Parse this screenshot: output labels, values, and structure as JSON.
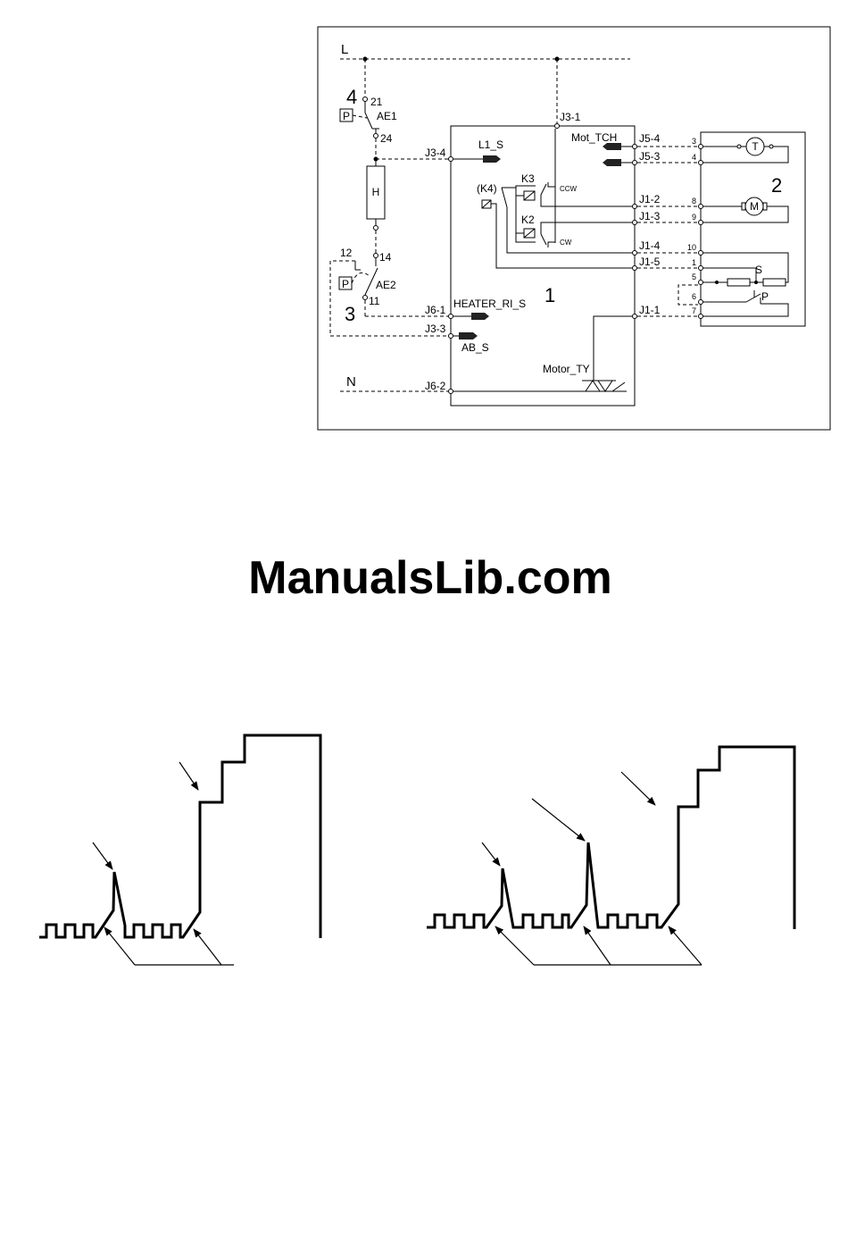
{
  "watermark": "ManualsLib.com",
  "schematic": {
    "supply": {
      "line": "L",
      "neutral": "N"
    },
    "callouts": {
      "controller": "1",
      "motor_unit": "2",
      "safety_switch": "3",
      "pressure_switch": "4"
    },
    "heater_circuit": {
      "ae1": "AE1",
      "ae1_t21": "21",
      "ae1_t24": "24",
      "ae1_sensor": "P",
      "heater": "H",
      "ae2": "AE2",
      "ae2_t12": "12",
      "ae2_t14": "14",
      "ae2_t11": "11",
      "ae2_sensor": "P"
    },
    "controller": {
      "j3_1": "J3-1",
      "j3_4": "J3-4",
      "j3_3": "J3-3",
      "j6_1": "J6-1",
      "j6_2": "J6-2",
      "j5_4": "J5-4",
      "j5_3": "J5-3",
      "j1_2": "J1-2",
      "j1_3": "J1-3",
      "j1_4": "J1-4",
      "j1_5": "J1-5",
      "j1_1": "J1-1",
      "l1_s": "L1_S",
      "mot_tch": "Mot_TCH",
      "heater_ri_s": "HEATER_RI_S",
      "ab_s": "AB_S",
      "motor_ty": "Motor_TY",
      "k4": "(K4)",
      "k3": "K3",
      "k2": "K2",
      "ccw": "CCW",
      "cw": "CW"
    },
    "motor_unit": {
      "pins": {
        "p3": "3",
        "p4": "4",
        "p8": "8",
        "p9": "9",
        "p10": "10",
        "p1": "1",
        "p5": "5",
        "p6": "6",
        "p7": "7"
      },
      "tacho": "T",
      "motor": "M",
      "sensor": "S",
      "switch": "P"
    }
  },
  "colors": {
    "watermark": "#a9c7ee",
    "ink": "#000000"
  }
}
